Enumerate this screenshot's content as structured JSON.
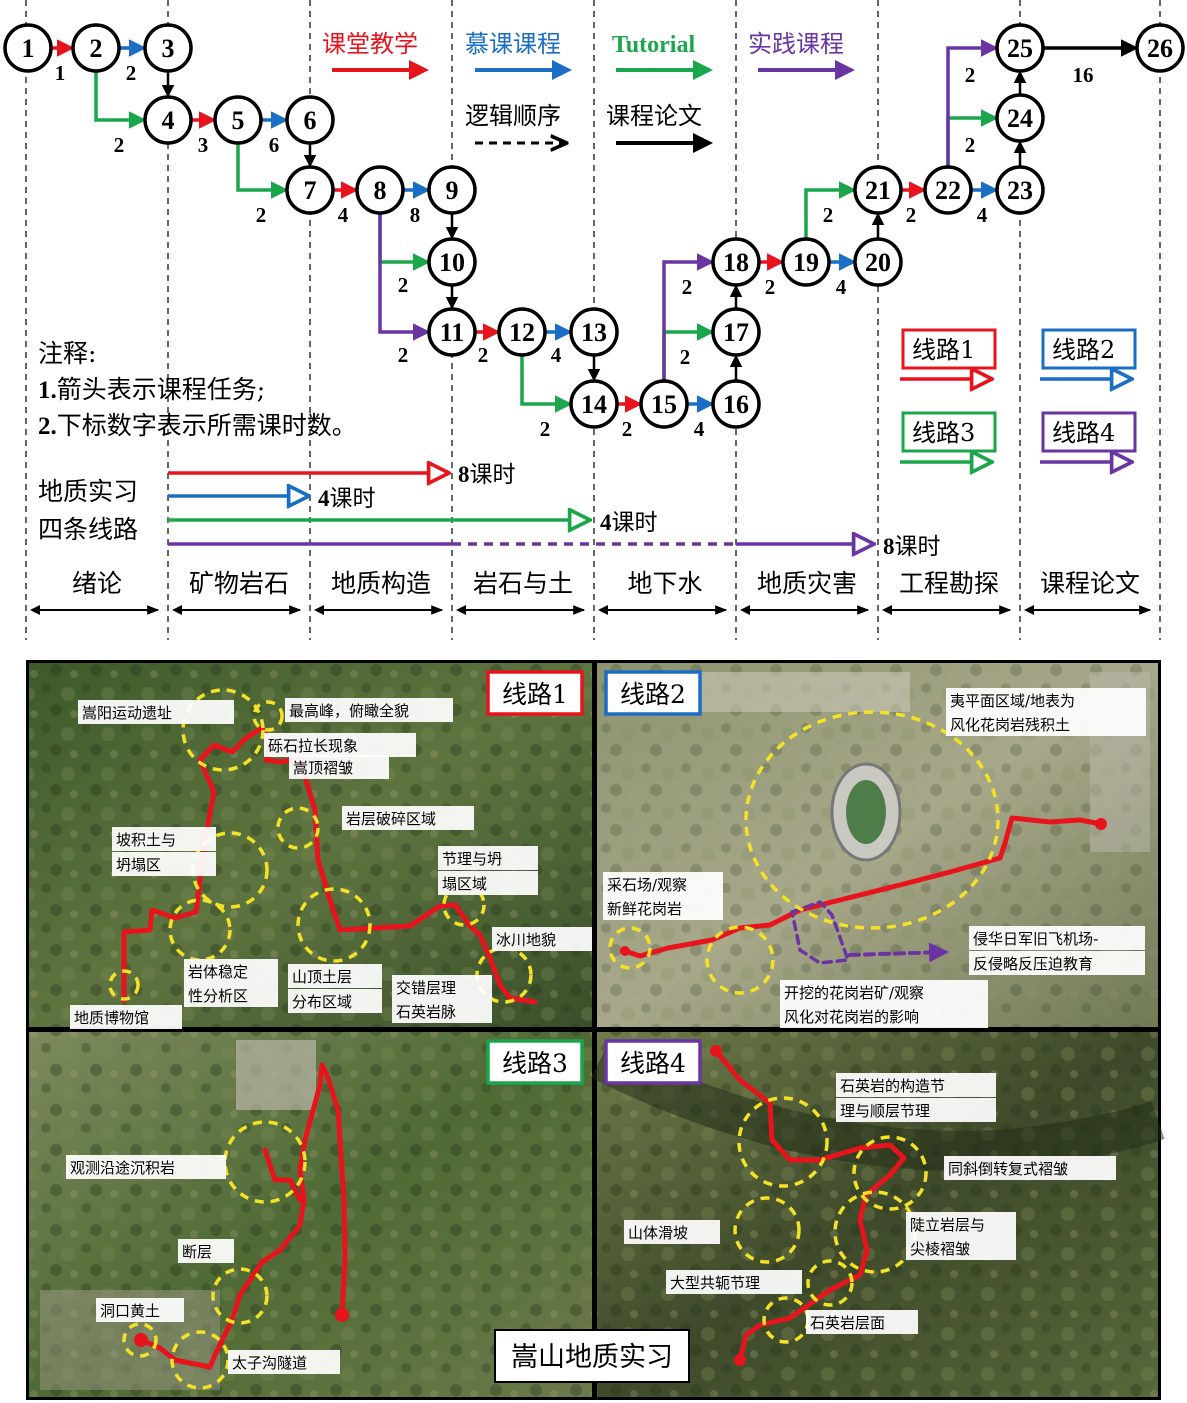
{
  "legend": {
    "classroom": "课堂教学",
    "mooc": "慕课课程",
    "tutorial": "Tutorial",
    "practice": "实践课程",
    "logic_order": "逻辑顺序",
    "thesis": "课程论文"
  },
  "colors": {
    "classroom": "#e8141d",
    "mooc": "#1a6fc4",
    "tutorial": "#1aa64b",
    "practice": "#6a35a3",
    "thesis": "#000000",
    "highlight": "#f3e227"
  },
  "nodes": [
    "1",
    "2",
    "3",
    "4",
    "5",
    "6",
    "7",
    "8",
    "9",
    "10",
    "11",
    "12",
    "13",
    "14",
    "15",
    "16",
    "17",
    "18",
    "19",
    "20",
    "21",
    "22",
    "23",
    "24",
    "25",
    "26"
  ],
  "edge_hours": [
    "1",
    "2",
    "2",
    "3",
    "6",
    "2",
    "4",
    "8",
    "2",
    "2",
    "2",
    "4",
    "2",
    "2",
    "4",
    "2",
    "2",
    "2",
    "4",
    "2",
    "2",
    "4",
    "2",
    "2",
    "16"
  ],
  "notes": {
    "title": "注释:",
    "line1_num": "1.",
    "line1": "箭头表示课程任务;",
    "line2_num": "2.",
    "line2": "下标数字表示所需课时数。"
  },
  "routes_legend": [
    "线路1",
    "线路2",
    "线路3",
    "线路4"
  ],
  "field_practice": {
    "label_line1": "地质实习",
    "label_line2": "四条线路",
    "hours": [
      "8",
      "4",
      "4",
      "8"
    ],
    "hours_unit": "课时"
  },
  "sections": [
    "绪论",
    "矿物岩石",
    "地质构造",
    "岩石与土",
    "地下水",
    "地质灾害",
    "工程勘探",
    "课程论文"
  ],
  "map_panels": [
    {
      "title": "线路1",
      "labels": [
        "嵩阳运动遗址",
        "最高峰，俯瞰全貌",
        "砾石拉长现象",
        "嵩顶褶皱",
        "岩层破碎区域",
        "坡积土与",
        "坍塌区",
        "节理与坍",
        "塌区域",
        "冰川地貌",
        "岩体稳定",
        "性分析区",
        "山顶土层",
        "分布区域",
        "交错层理",
        "石英岩脉",
        "地质博物馆"
      ]
    },
    {
      "title": "线路2",
      "labels": [
        "夷平面区域/地表为",
        "风化花岗岩残积土",
        "采石场/观察",
        "新鲜花岗岩",
        "侵华日军旧飞机场-",
        "反侵略反压迫教育",
        "开挖的花岗岩矿/观察",
        "风化对花岗岩的影响"
      ]
    },
    {
      "title": "线路3",
      "labels": [
        "观测沿途沉积岩",
        "断层",
        "洞口黄土",
        "太子沟隧道"
      ]
    },
    {
      "title": "线路4",
      "labels": [
        "石英岩的构造节",
        "理与顺层节理",
        "同斜倒转复式褶皱",
        "山体滑坡",
        "陡立岩层与",
        "尖棱褶皱",
        "大型共轭节理",
        "石英岩层面"
      ]
    }
  ],
  "caption": "嵩山地质实习"
}
